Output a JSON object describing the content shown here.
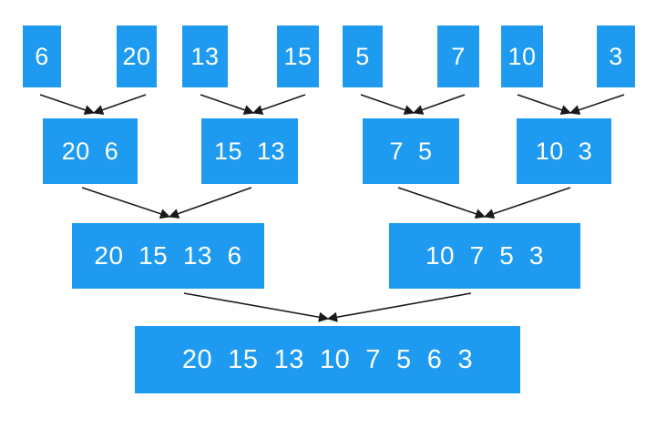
{
  "leaves": [
    "6",
    "20",
    "13",
    "15",
    "5",
    "7",
    "10",
    "3"
  ],
  "level1": [
    "20  6",
    "15  13",
    "7  5",
    "10  3"
  ],
  "level2": [
    "20  15  13  6",
    "10  7  5  3"
  ],
  "level3": [
    "20  15  13  10  7  5  6  3"
  ],
  "colors": {
    "box": "#1e9bf0",
    "text": "#ffffff",
    "arrow": "#1a1a1a"
  }
}
